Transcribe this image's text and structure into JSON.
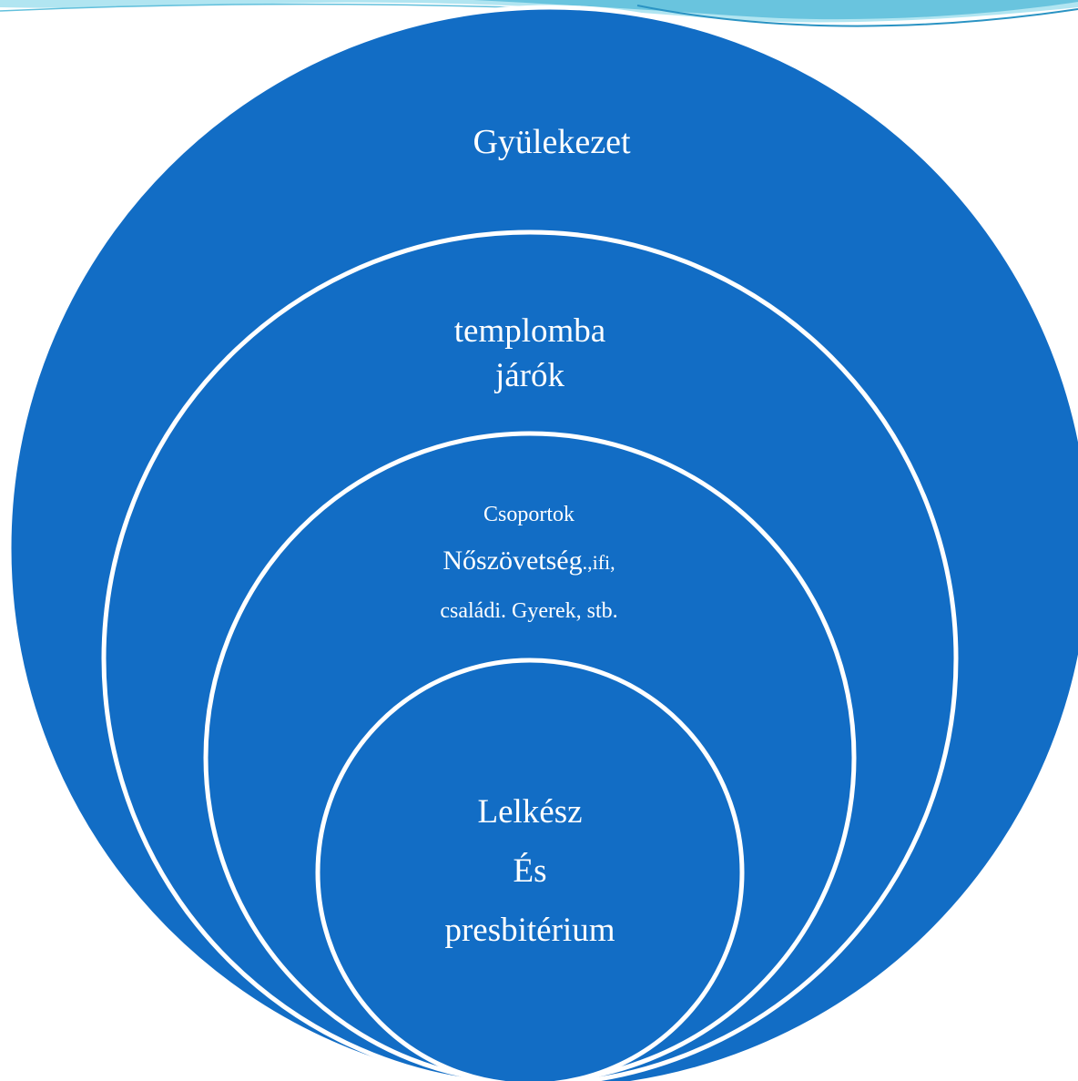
{
  "diagram": {
    "circles": [
      {
        "level": 1,
        "lines": [
          {
            "text": "Gyülekezet"
          }
        ]
      },
      {
        "level": 2,
        "lines": [
          {
            "text": "templomba"
          },
          {
            "text": "járók"
          }
        ]
      },
      {
        "level": 3,
        "lines": [
          {
            "text": "Csoportok"
          },
          {
            "text": "Nőszövetség",
            "suffix": ".,ifi,"
          },
          {
            "text": "családi. Gyerek, stb."
          }
        ]
      },
      {
        "level": 4,
        "lines": [
          {
            "text": "Lelkész"
          },
          {
            "text": "És"
          },
          {
            "text": "presbitérium"
          }
        ]
      }
    ]
  },
  "colors": {
    "circle_fill": "#126dc5",
    "circle_stroke": "#ffffff",
    "background": "#ffffff",
    "wave_light": "#a9e2ef",
    "wave_mid": "#62c0dc",
    "wave_deep": "#2a93c3"
  }
}
